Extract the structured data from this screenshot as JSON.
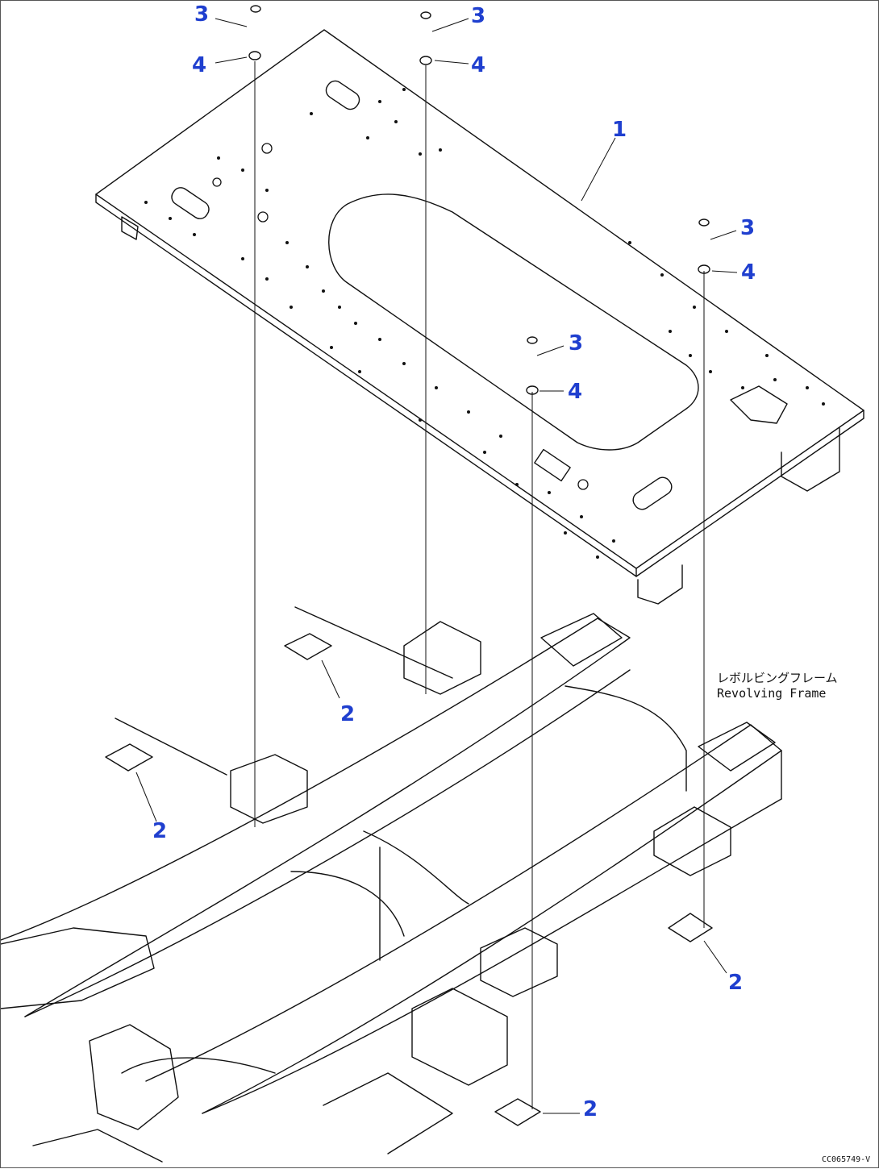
{
  "callouts": {
    "c3a": "3",
    "c4a": "4",
    "c3b": "3",
    "c4b": "4",
    "c1": "1",
    "c3c": "3",
    "c4c": "4",
    "c3d": "3",
    "c4d": "4",
    "c2a": "2",
    "c2b": "2",
    "c2c": "2",
    "c2d": "2"
  },
  "labels": {
    "frame_jp": "レボルビングフレーム",
    "frame_en": "Revolving Frame"
  },
  "drawing_code": "CC065749-V",
  "colors": {
    "callout": "#1f3fcf",
    "line": "#111111"
  }
}
